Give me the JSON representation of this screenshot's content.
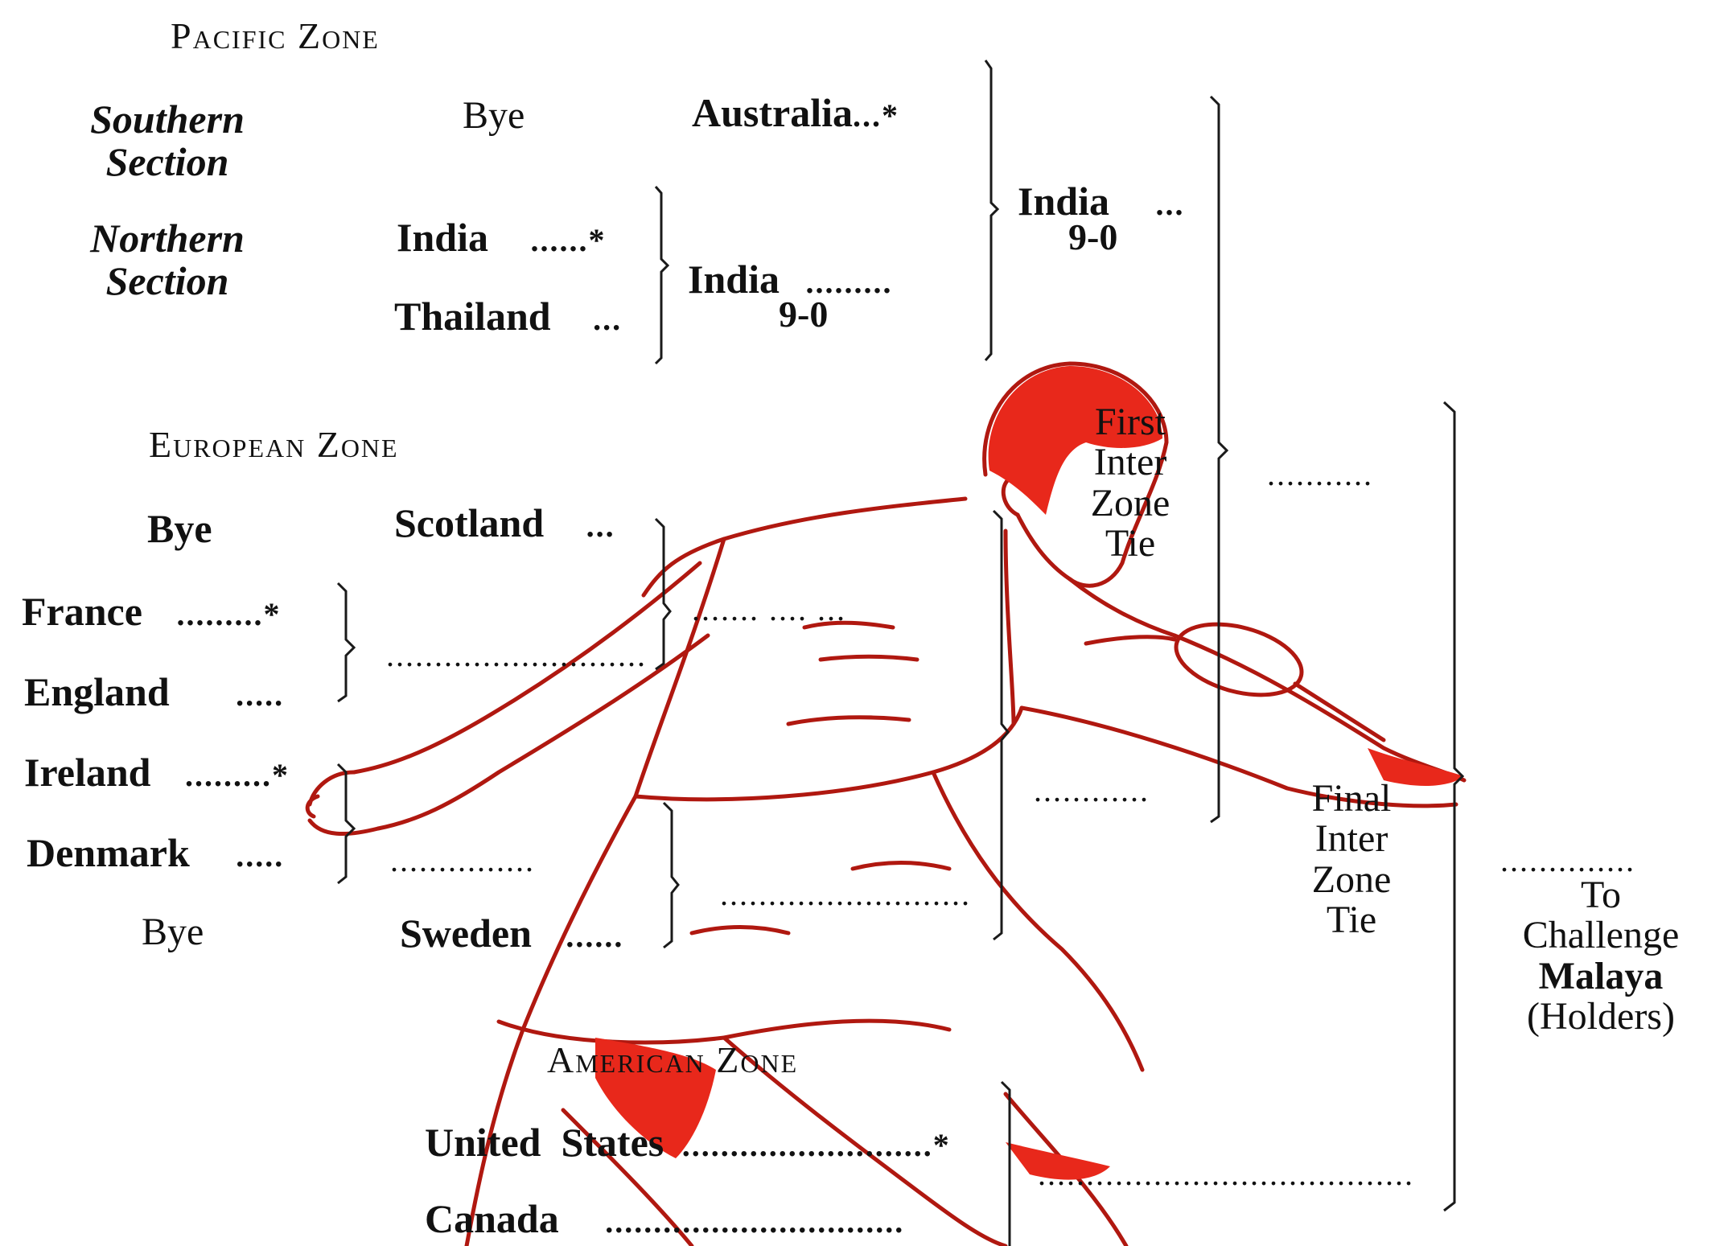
{
  "zones": {
    "pacific": "Pacific Zone",
    "european": "European Zone",
    "american": "American Zone"
  },
  "pacific": {
    "southern_section": [
      "Southern",
      "Section"
    ],
    "northern_section": [
      "Northern",
      "Section"
    ],
    "bye": "Bye",
    "australia": "Australia",
    "australia_dots": "...*",
    "india": "India",
    "india_dots": "......*",
    "thailand": "Thailand",
    "thailand_dots": "...",
    "north_winner": "India",
    "north_winner_dots": ".........",
    "north_score": "9-0",
    "zone_winner": "India",
    "zone_winner_dots": "...",
    "zone_score": "9-0"
  },
  "european": {
    "bye_top": "Bye",
    "scotland": "Scotland",
    "scotland_dots": "...",
    "france": "France",
    "france_dots": ".........*",
    "england": "England",
    "england_dots": ".....",
    "ireland": "Ireland",
    "ireland_dots": ".........*",
    "denmark": "Denmark",
    "denmark_dots": ".....",
    "bye_bottom": "Bye",
    "sweden": "Sweden",
    "sweden_dots": "......",
    "fe_winner_dots": "...........................",
    "sf_winner_dots": "....... .... ...",
    "id_winner_dots": "...............",
    "sw_winner_dots": "..........................",
    "final_dots": "............"
  },
  "american": {
    "usa": "United  States",
    "usa_dots": "..........................*",
    "canada": "Canada",
    "canada_dots": "...............................",
    "winner_dots": "......................................."
  },
  "ties": {
    "first_inter_zone": [
      "First",
      "Inter",
      "Zone",
      "Tie"
    ],
    "first_inter_zone_dots": "...........",
    "final_inter_zone": [
      "Final",
      "Inter",
      "Zone",
      "Tie"
    ],
    "challenge_dots": "..............",
    "challenge": [
      "To",
      "Challenge",
      "Malaya",
      "(Holders)"
    ]
  },
  "colors": {
    "ink": "#111111",
    "illustration": "#e8281b",
    "illustration_line": "#b01810"
  }
}
